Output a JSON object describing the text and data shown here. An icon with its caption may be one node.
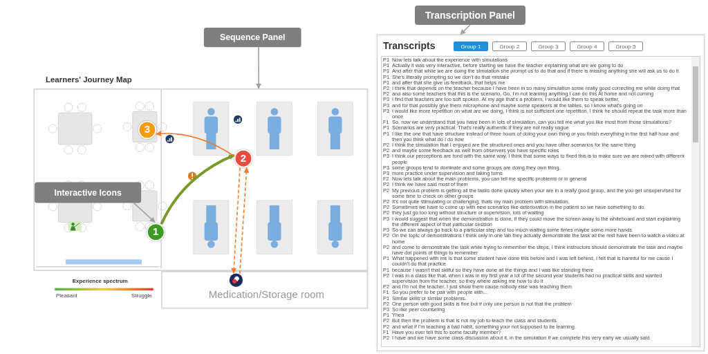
{
  "diagram": {
    "nodes": [
      {
        "text": [
          "Sequence Panel"
        ]
      },
      {
        "text": [
          "Transcription Panel"
        ]
      },
      {
        "text": [
          "Learners' Journey Map"
        ]
      },
      {
        "text": [
          "Transcripts"
        ]
      },
      {
        "text": [
          "Interactive Icons"
        ],
        "in": 2
      },
      {
        "text": [
          "3"
        ],
        "in": 2
      },
      {
        "text": [
          "2"
        ],
        "in": 2
      },
      {
        "text": [
          "1"
        ],
        "in": 2
      },
      {
        "text": [
          "Medication/Storage room"
        ]
      },
      {
        "text": [],
        "shape": "picture",
        "in": 8
      }
    ],
    "edges": [
      {
        "from": 0,
        "to": 2,
        "arrow": "to",
        "color": "#a0a0a0"
      },
      {
        "from": 1,
        "to": 3,
        "arrow": "to",
        "color": "#a0a0a0"
      },
      {
        "from": 4,
        "to": 7,
        "arrow": "to",
        "color": "#a0a0a0"
      },
      {
        "from": 7,
        "to": 6,
        "arrow": "to",
        "color": "#7a9a2a",
        "style": "thick"
      },
      {
        "from": 6,
        "to": 5,
        "arrow": "to",
        "color": "#f07c2c"
      },
      {
        "from": 6,
        "to": 9,
        "arrow": "to",
        "color": "#f07c2c",
        "style": "dashed"
      },
      {
        "from": 9,
        "to": 6,
        "arrow": "to",
        "color": "#f07c2c",
        "style": "dashed"
      }
    ],
    "labels": [
      "Group 1",
      "Group 2",
      "Group 3",
      "Group 4",
      "Group 5",
      "P1",
      "Now lets talk about the experience with simulations",
      "P1",
      "Actually it was very interactive, before starting we have the teacher explaining what are we going to do",
      "P1",
      "And after that while we are doing the simulation she  prompt us to do that and if there is missing anything  she will ask us to do it",
      "P1",
      "She's literally prompting so we don't do that mistake",
      "P1",
      "and after that she give us feedback, that helps me",
      "P2",
      "I think that depends on the teacher because  I have been in so many simulation some really good correcting me while doing that",
      "P2",
      "and also some teachers that this is the scenario, Go, I'm not learning anything I can do this At home and not coming",
      "P3",
      "I find that teachers are too soft spoken. At my age that's a problem, I would like them to speak better,",
      "P3",
      "and for that possibly give them microphone and maybe some speakers at the tables, so I know what's going on",
      "P3",
      "I would like more repetition on what are we doing, I think is not sufficient one repetition, I think he should repeat the task more than once",
      "F1",
      "So, now we understand that you have been in lots of simulation, can you tell me what you like most from those simulations?",
      "P1",
      "Scenarios are very practical. That's really authentic if they are not really vague",
      "P1",
      "I like the one that have structure instead of three hours of doing your own thing or you finish everything in the first half hour and then you think what do I do now",
      "P2",
      "I think the simulation that I enjoyed are the structured ones and you have other scenarios for the same thing",
      "P2",
      "and maybe some feedback as well from observers you have specific roles",
      "P3",
      "I think our perceptions are fond with the same way,  I think that some ways to fixed this is to make sure we are mixed with different people",
      "P3",
      "some groups tend to dominate and some groups are doing they own thing,",
      "P3",
      "more practice under supervision and taking turns",
      "F2",
      "Now lets talk about the main problems, you can tell me specific problems or in general",
      "P2",
      "I think we have said most of them",
      "P2",
      "My previous problem is getting all the tasks done  quickly when your are in a really good group, and the you get unsupervised for some time to check on  other groups",
      "P2",
      "It's not quite stimulating or challenging, thats my main problem with simulation,",
      "P2",
      "Sometimes we have to come up with new scenarios like deterioration in the patient so we have something to do.",
      "P2",
      "they just go too long without structure or supervision, lots of waiting",
      "P3",
      "I would suggest that when the demonstration is done, if they could move the screen away to the whiteboard and start explaining the different aspect of that particular session",
      "P3",
      "So we can always go back to a particular step and too much waiting some times maybe some more hands",
      "P2",
      "On the topic of demonstrations I think only in one lab they actually demonstrate the task all the rest have been to watch a video at home",
      "P2",
      "and come to demonstrate the task while trying to remember the steps, I think instructors should demonstrate the task and maybe have dot points of things to remember",
      "P1",
      "What happened with me is that some student have done this before and I was left behind, I felt that is harmful for me cause I couldn't do that practice",
      "P1",
      "because I wasn't that skilful so they have done all the things and I was like standing there",
      "P2",
      "I was in a class like that, when I was in my first year a lot of the second year students had no practical skills and wanted supervision from the teacher, so  they where asking me how to do it",
      "P2",
      "and  I'm not the teacher, I just show them cause nobody else was teaching them",
      "F1",
      "So you prefer to be pair with people with...",
      "P1",
      "Similar skills or similar problems.",
      "P2",
      "One person with good skills is fine but if only one person is not that the problem",
      "P3",
      "So like peer counseling",
      "P1",
      "Yhea",
      "P2",
      "But then the problem is that is not my job to teach the class and students",
      "P2",
      "and what if I'm teaching a bad habit, something your not supposed to be learning.",
      "F1",
      "Have you ever tell this to some faculty member?",
      "P2",
      "I have and we have some class discussion about it, in the simulation if we complete this very early we usually said",
      "Experience spectrum",
      "Pleasant",
      "Struggle"
    ]
  }
}
